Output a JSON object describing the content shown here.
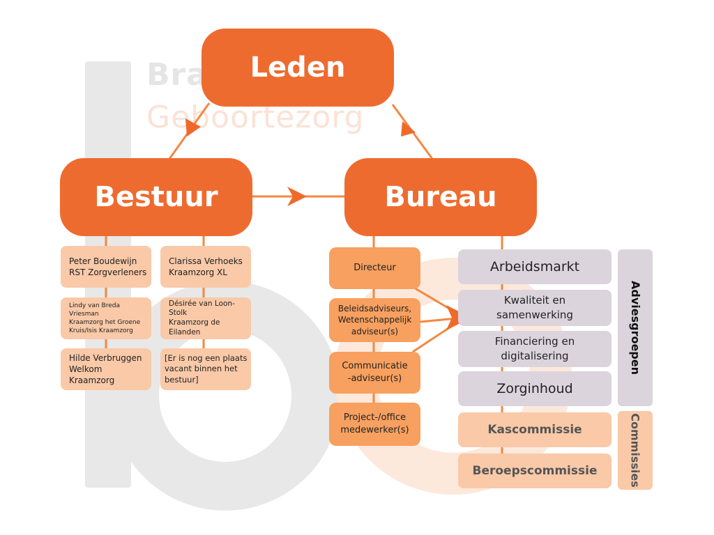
{
  "watermark": {
    "line1": "Bra                    satie",
    "line2": "Geboortezorg"
  },
  "colors": {
    "primary": "#ee6b2f",
    "light_orange": "#f7a05f",
    "peach": "#f9c9a8",
    "grey": "#dcd4dc"
  },
  "nodes": {
    "leden": "Leden",
    "bestuur": "Bestuur",
    "bureau": "Bureau"
  },
  "bestuur_members": [
    "Peter Boudewijn\nRST Zorgverleners",
    "Clarissa Verhoeks\nKraamzorg XL",
    "Lindy van Breda\nVriesman\nKraamzorg het Groene\nKruis/Isis Kraamzorg",
    "Désirée van Loon-\nStolk\nKraamzorg de\nEilanden",
    "Hilde Verbruggen\nWelkom\nKraamzorg",
    "[Er is nog een plaats\nvacant binnen het\nbestuur]"
  ],
  "bureau_staff": [
    "Directeur",
    "Beleidsadviseurs,\nWetenschappelijk\nadviseur(s)",
    "Communicatie\n-adviseur(s)",
    "Project-/office\nmedewerker(s)"
  ],
  "adviesgroepen": {
    "label": "Adviesgroepen",
    "items": [
      "Arbeidsmarkt",
      "Kwaliteit en\nsamenwerking",
      "Financiering en\ndigitalisering",
      "Zorginhoud"
    ]
  },
  "commissies": {
    "label": "Commissies",
    "items": [
      "Kascommissie",
      "Beroepscommissie"
    ]
  }
}
